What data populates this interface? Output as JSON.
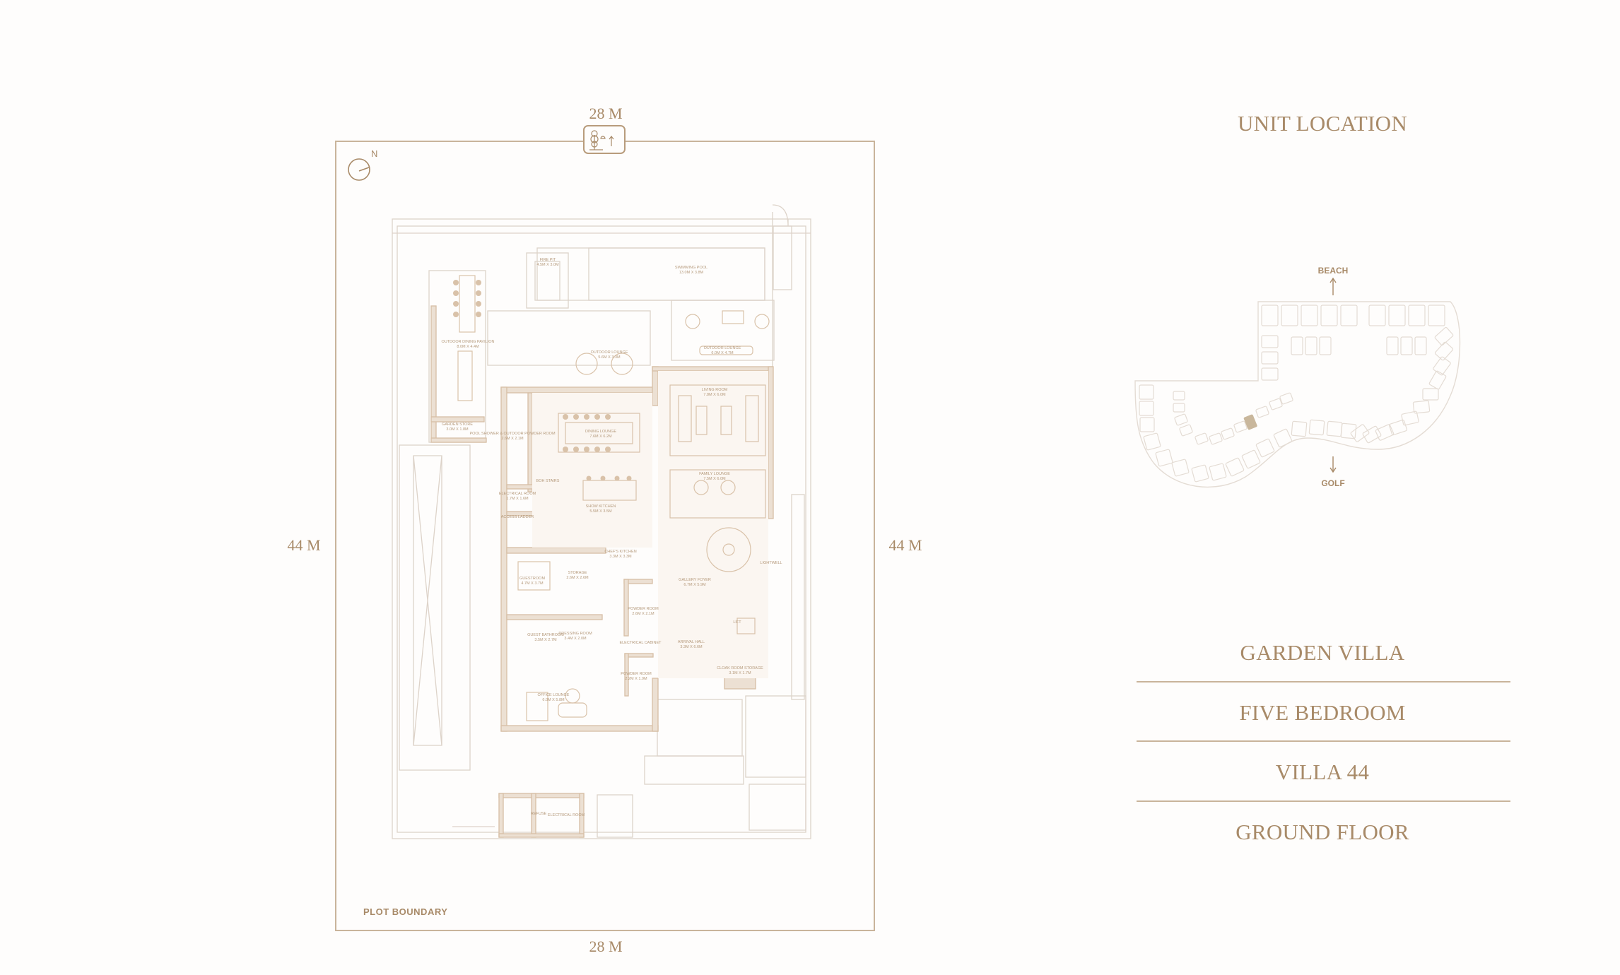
{
  "plan": {
    "top_width": "28 M",
    "bottom_width": "28 M",
    "left_depth": "44 M",
    "right_depth": "44 M",
    "north_label": "N",
    "plot_boundary_label": "PLOT BOUNDARY",
    "icons": {
      "compass": "north-compass-icon",
      "park": "park-direction-icon"
    },
    "rooms": [
      {
        "name": "FIRE PIT",
        "size": "4.5M X 3.0M"
      },
      {
        "name": "SWIMMING POOL",
        "size": "13.0M X 3.8M"
      },
      {
        "name": "OUTDOOR LOUNGE",
        "size": "6.0M X 4.7M"
      },
      {
        "name": "OUTDOOR DINING PAVILION",
        "size": "8.0M X 4.4M"
      },
      {
        "name": "OUTDOOR LOUNGE",
        "size": "5.6M X 3.3M"
      },
      {
        "name": "GARDEN STORE",
        "size": "3.0M X 1.8M"
      },
      {
        "name": "POOL SHOWER & OUTDOOR POWDER ROOM",
        "size": "2.6M X 2.1M"
      },
      {
        "name": "DINING LOUNGE",
        "size": "7.6M X 6.2M"
      },
      {
        "name": "LIVING ROOM",
        "size": "7.8M X 6.0M"
      },
      {
        "name": "FAMILY LOUNGE",
        "size": "7.5M X 6.0M"
      },
      {
        "name": "SHOW KITCHEN",
        "size": "5.5M X 3.5M"
      },
      {
        "name": "BOH STAIRS",
        "size": ""
      },
      {
        "name": "ELECTRICAL ROOM",
        "size": "1.7M X 1.6M"
      },
      {
        "name": "ACCESS LADDER",
        "size": ""
      },
      {
        "name": "CHEF'S KITCHEN",
        "size": "3.3M X 3.3M"
      },
      {
        "name": "GUESTROOM",
        "size": "4.7M X 3.7M"
      },
      {
        "name": "STORAGE",
        "size": "2.6M X 2.6M"
      },
      {
        "name": "GALLERY FOYER",
        "size": "6.7M X 5.9M"
      },
      {
        "name": "LIGHTWELL",
        "size": ""
      },
      {
        "name": "POWDER ROOM",
        "size": "2.6M X 2.1M"
      },
      {
        "name": "LIFT",
        "size": ""
      },
      {
        "name": "GUEST BATHROOM",
        "size": "3.5M X 2.7M"
      },
      {
        "name": "DRESSING ROOM",
        "size": "3.4M X 2.0M"
      },
      {
        "name": "ELECTRICAL CABINET",
        "size": ""
      },
      {
        "name": "ARRIVAL HALL",
        "size": "3.3M X 6.6M"
      },
      {
        "name": "POWDER ROOM",
        "size": "2.2M X 1.9M"
      },
      {
        "name": "CLOAK ROOM STORAGE",
        "size": "3.1M X 1.7M"
      },
      {
        "name": "OFFICE LOUNGE",
        "size": "6.0M X 5.8M"
      },
      {
        "name": "REFUSE",
        "size": ""
      },
      {
        "name": "ELECTRICAL ROOM",
        "size": ""
      }
    ]
  },
  "unit_location": {
    "title": "UNIT LOCATION",
    "beach_label": "BEACH",
    "golf_label": "GOLF",
    "highlight_color": "#c9b79c"
  },
  "details": {
    "type": "GARDEN VILLA",
    "bedrooms": "FIVE BEDROOM",
    "villa": "VILLA 44",
    "floor": "GROUND FLOOR"
  },
  "colors": {
    "accent": "#a88a68",
    "wall": "#dcc8b2",
    "line": "#d8cfc6"
  }
}
